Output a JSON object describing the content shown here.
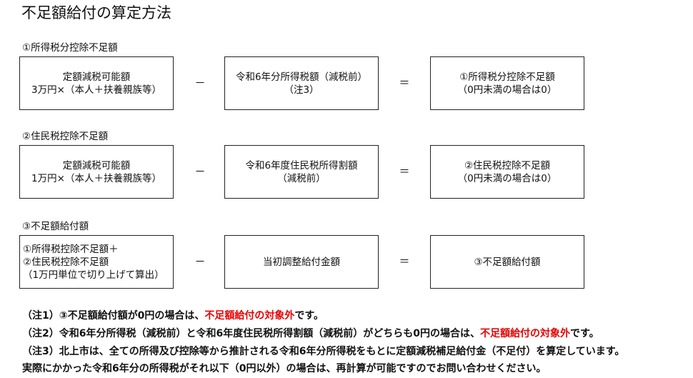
{
  "title": "不足額給付の算定方法",
  "operators": {
    "minus": "－",
    "equals": "＝"
  },
  "sections": [
    {
      "label": "①所得税分控除不足額",
      "box1": [
        "定額減税可能額",
        "3万円×（本人＋扶養親族等）"
      ],
      "box2": [
        "令和6年分所得税額（減税前）",
        "（注3）"
      ],
      "box3": [
        "①所得税分控除不足額",
        "（0円未満の場合は0）"
      ]
    },
    {
      "label": "②住民税控除不足額",
      "box1": [
        "定額減税可能額",
        "1万円×（本人＋扶養親族等）"
      ],
      "box2": [
        "令和6年度住民税所得割額",
        "（減税前）"
      ],
      "box3": [
        "②住民税控除不足額",
        "（0円未満の場合は0）"
      ]
    },
    {
      "label": "③不足額給付額",
      "box1": [
        "①所得税控除不足額＋",
        "②住民税控除不足額",
        "（1万円単位で切り上げて算出）"
      ],
      "box2": [
        "当初調整給付金額"
      ],
      "box3": [
        "③不足額給付額"
      ]
    }
  ],
  "notes": {
    "n1": {
      "pre": "（注1）③不足額給付額が0円の場合は、",
      "red": "不足額給付の対象外",
      "post": "です。"
    },
    "n2": {
      "pre": "（注2）令和6年分所得税（減税前）と令和6年度住民税所得割額（減税前）がどちらも0円の場合は、",
      "red": "不足額給付の対象外",
      "post": "です。"
    },
    "n3": "（注3）北上市は、全ての所得及び控除等から推計される令和6年分所得税をもとに定額減税補足給付金（不足付）を算定しています。",
    "n4": "実際にかかった令和6年分の所得税がそれ以下（0円以外）の場合は、再計算が可能ですのでお問い合わせください。"
  }
}
